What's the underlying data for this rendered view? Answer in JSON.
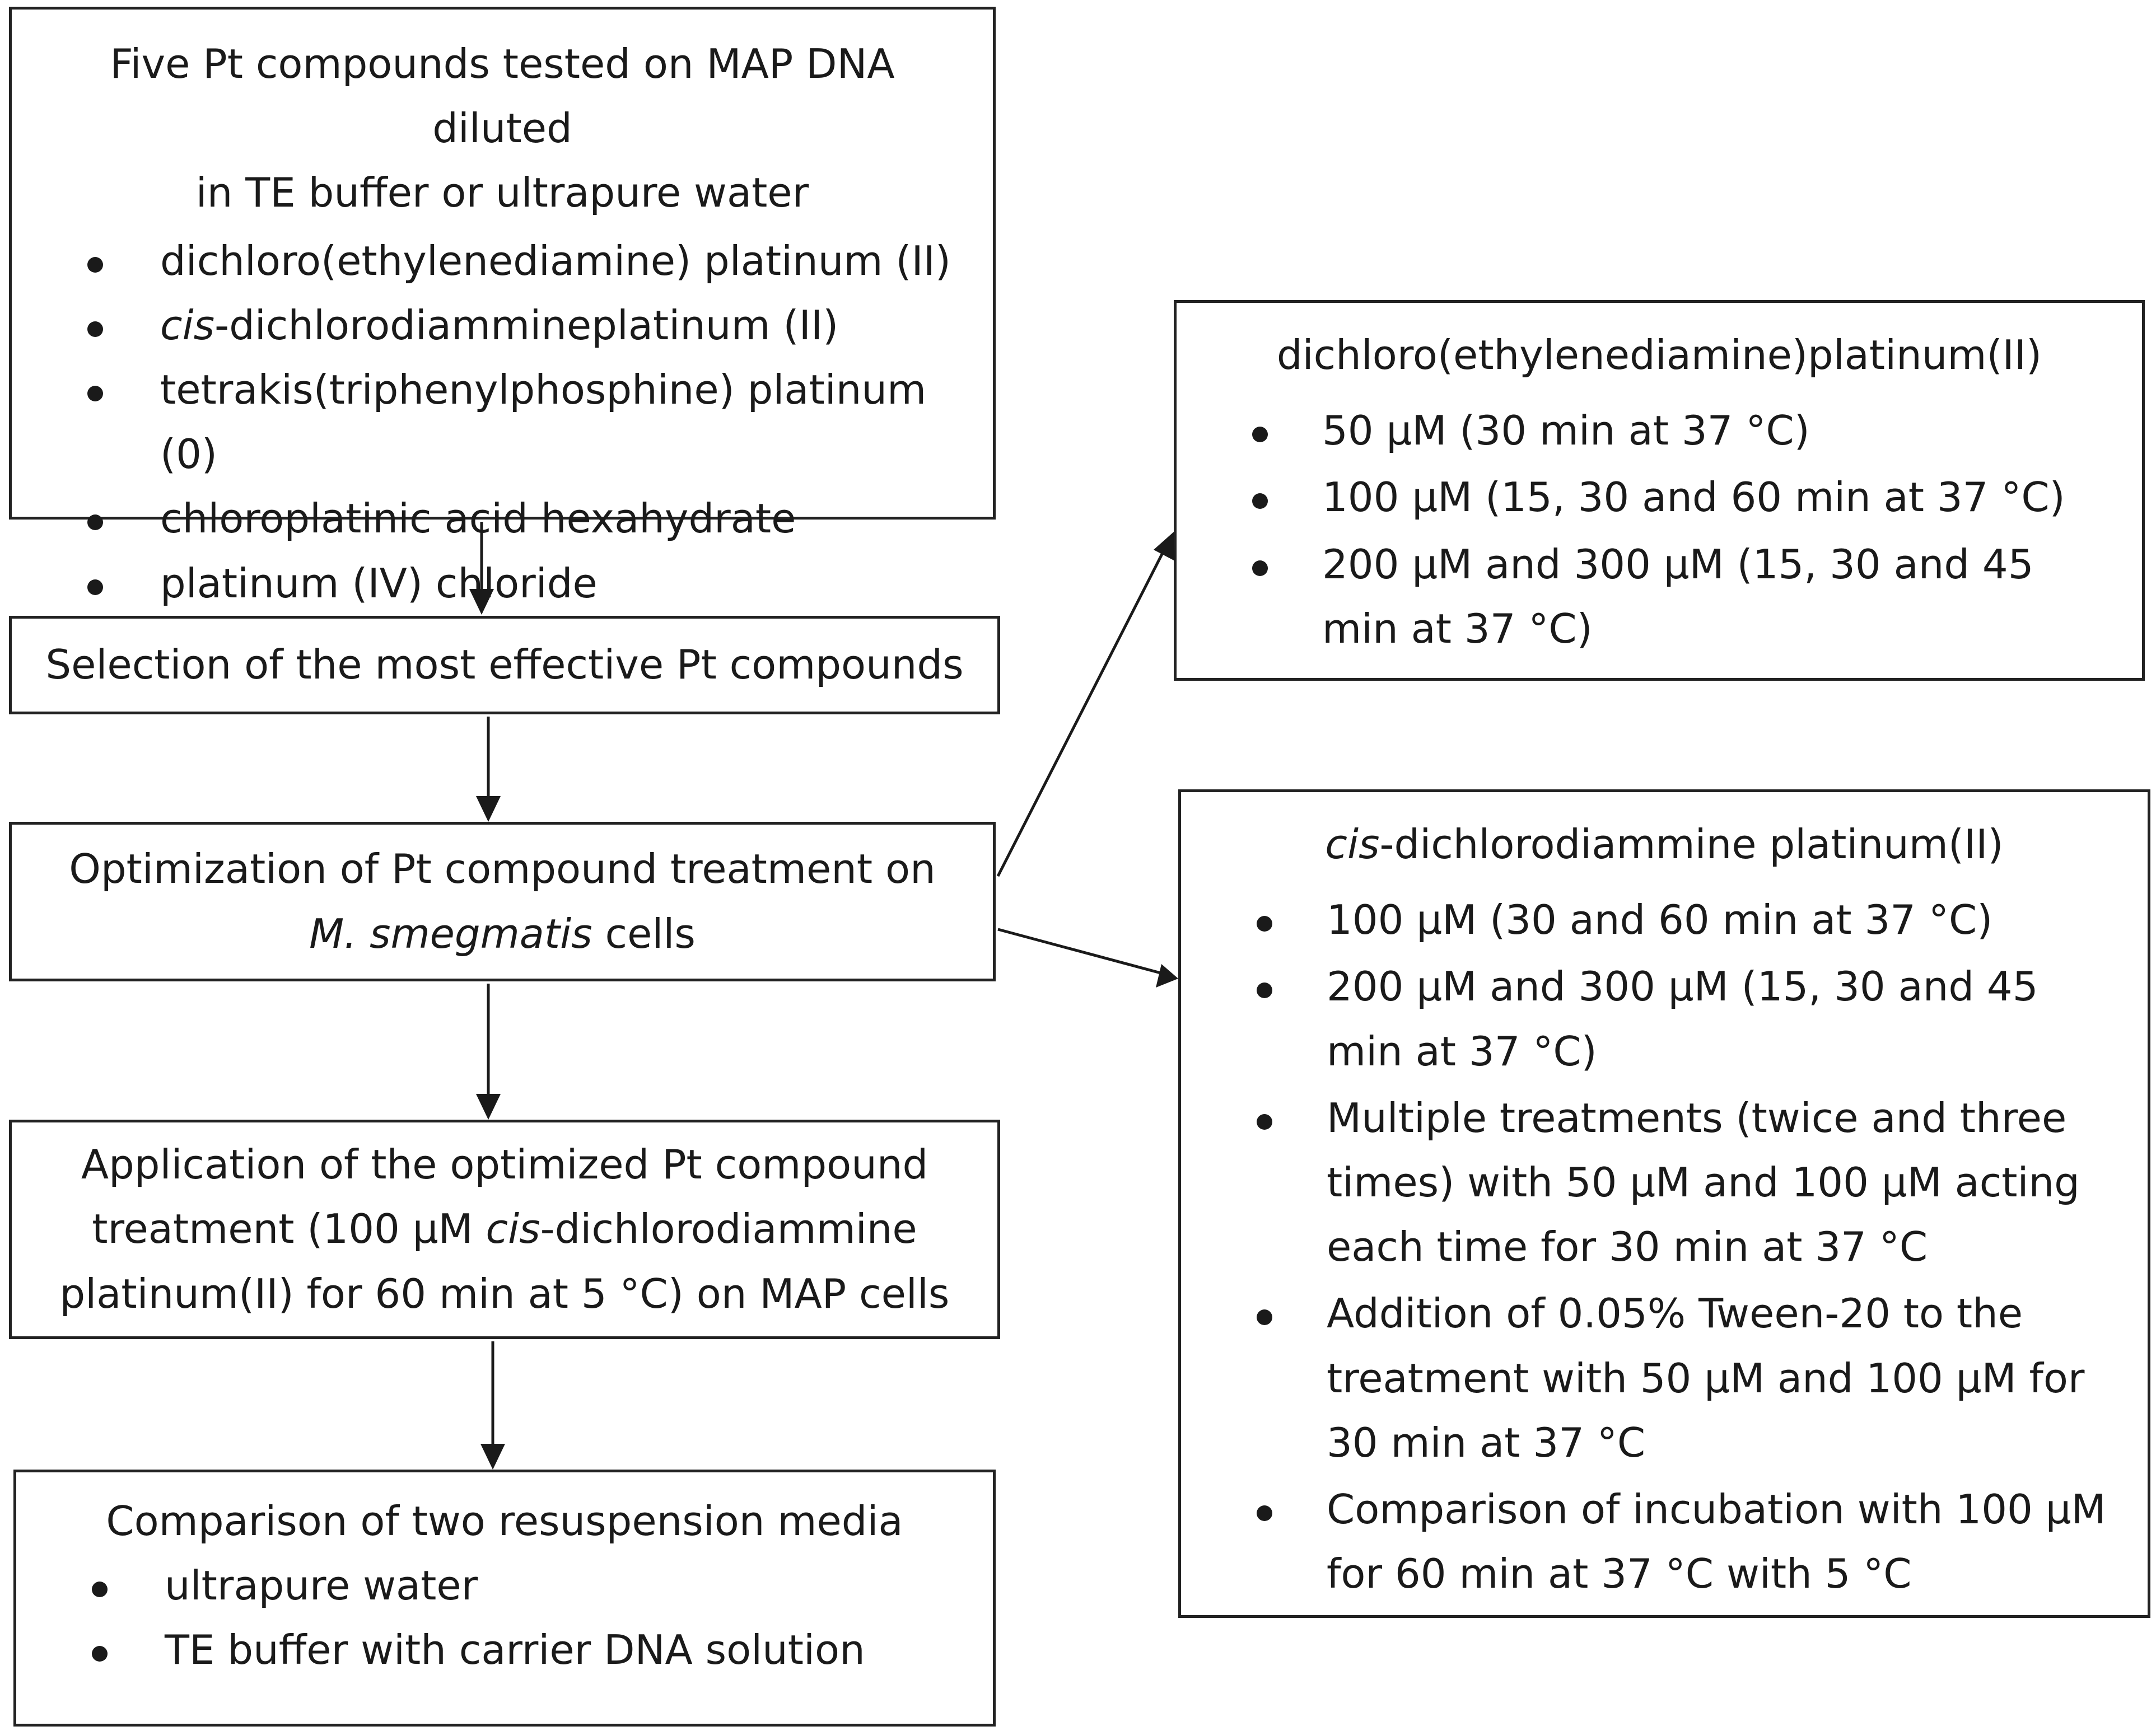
{
  "step1": {
    "title_line1": "Five Pt compounds tested on MAP DNA diluted",
    "title_line2": "in TE buffer or ultrapure water",
    "items": [
      {
        "pre": "",
        "em": "",
        "text": "dichloro(ethylenediamine) platinum (II)"
      },
      {
        "pre": "",
        "em": "cis",
        "text": "-dichlorodiammineplatinum (II)"
      },
      {
        "pre": "",
        "em": "",
        "text": "tetrakis(triphenylphosphine) platinum (0)"
      },
      {
        "pre": "",
        "em": "",
        "text": "chloroplatinic acid hexahydrate"
      },
      {
        "pre": "",
        "em": "",
        "text": "platinum (IV) chloride"
      }
    ]
  },
  "step2": {
    "title": "Selection of the most effective Pt compounds"
  },
  "step3": {
    "line1": "Optimization of Pt compound treatment on",
    "line2_em": "M. smegmatis",
    "line2_rest": " cells"
  },
  "step4": {
    "line1": "Application of the optimized Pt compound",
    "line2_pre": "treatment (100 μM ",
    "line2_em": "cis",
    "line2_post": "-dichlorodiammine",
    "line3": "platinum(II) for 60 min at 5 °C) on MAP cells"
  },
  "step5": {
    "title": "Comparison of two resuspension media",
    "items": [
      "ultrapure water",
      "TE buffer with carrier DNA solution"
    ]
  },
  "branch_a": {
    "title": "dichloro(ethylenediamine)platinum(II)",
    "items": [
      "50 μM (30 min at 37 °C)",
      "100 μM (15, 30 and 60 min at 37 °C)",
      "200 μM and 300 μM (15, 30 and 45 min at 37 °C)"
    ]
  },
  "branch_b": {
    "title_em": "cis",
    "title_rest": "-dichlorodiammine platinum(II)",
    "items": [
      "100 μM (30 and 60 min at 37 °C)",
      "200 μM and 300 μM (15, 30 and 45 min at 37 °C)",
      "Multiple treatments (twice and three times) with 50 μM and 100 μM acting each time for 30 min at 37 °C",
      "Addition of 0.05% Tween-20 to the treatment with 50 μM and 100 μM for 30 min at 37 °C",
      "Comparison of incubation with 100 μM for 60 min at 37 °C with 5 °C"
    ]
  }
}
